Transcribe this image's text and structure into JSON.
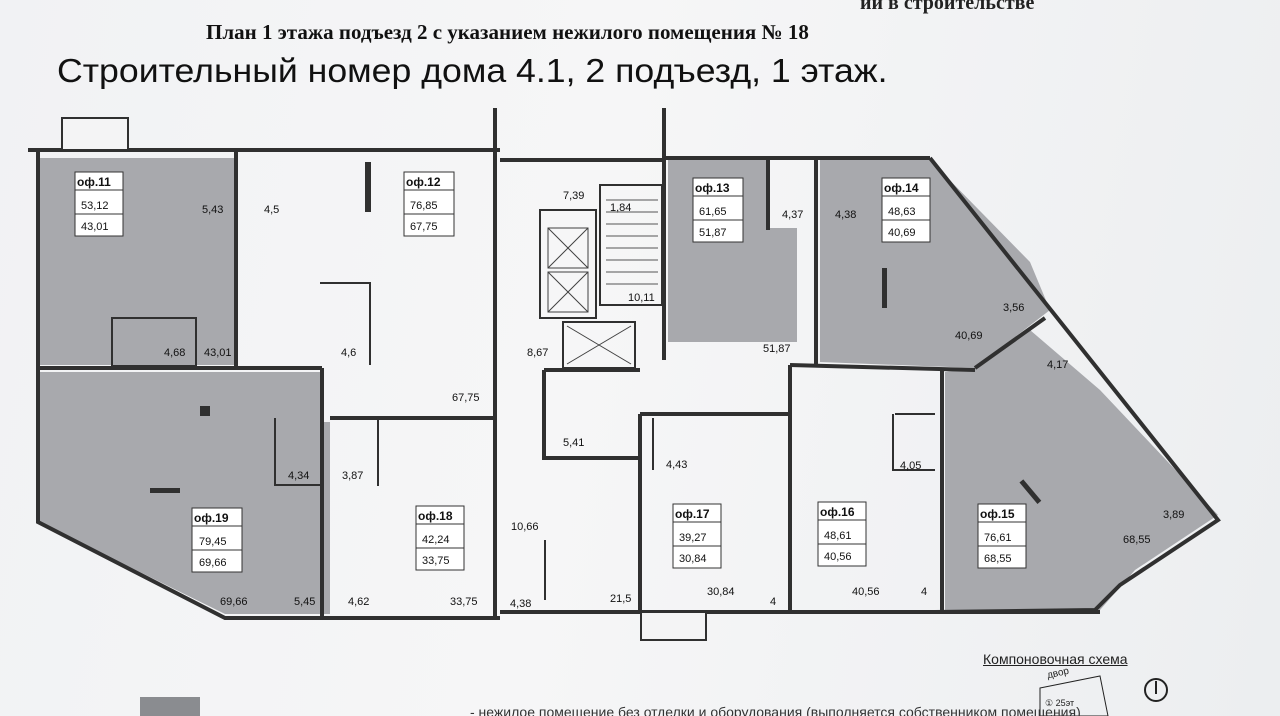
{
  "header": {
    "cut_text": "ии в строительстве",
    "title": "План 1 этажа подъезд 2 с указанием нежилого помещения № 18",
    "subtitle": "Строительный номер дома 4.1, 2 подъезд, 1 этаж."
  },
  "offices": [
    {
      "id": "of11",
      "name": "оф.11",
      "total": "53,12",
      "useful": "43,01"
    },
    {
      "id": "of12",
      "name": "оф.12",
      "total": "76,85",
      "useful": "67,75"
    },
    {
      "id": "of13",
      "name": "оф.13",
      "total": "61,65",
      "useful": "51,87"
    },
    {
      "id": "of14",
      "name": "оф.14",
      "total": "48,63",
      "useful": "40,69"
    },
    {
      "id": "of15",
      "name": "оф.15",
      "total": "76,61",
      "useful": "68,55"
    },
    {
      "id": "of16",
      "name": "оф.16",
      "total": "48,61",
      "useful": "40,56"
    },
    {
      "id": "of17",
      "name": "оф.17",
      "total": "39,27",
      "useful": "30,84"
    },
    {
      "id": "of18",
      "name": "оф.18",
      "total": "42,24",
      "useful": "33,75"
    },
    {
      "id": "of19",
      "name": "оф.19",
      "total": "79,45",
      "useful": "69,66"
    }
  ],
  "areas": {
    "a543": "5,43",
    "a45": "4,5",
    "a739": "7,39",
    "a184": "1,84",
    "a437": "4,37",
    "a438t": "4,38",
    "a1011": "10,11",
    "a356": "3,56",
    "a4069": "40,69",
    "a417": "4,17",
    "a468": "4,68",
    "a4301": "43,01",
    "a46": "4,6",
    "a867": "8,67",
    "a5187": "51,87",
    "a6775": "67,75",
    "a434": "4,34",
    "a387": "3,87",
    "a541": "5,41",
    "a443": "4,43",
    "a405": "4,05",
    "a389": "3,89",
    "a6855": "68,55",
    "a1066": "10,66",
    "a6966": "69,66",
    "a545": "5,45",
    "a462": "4,62",
    "a3375": "33,75",
    "a438b": "4,38",
    "a215": "21,5",
    "a3084": "30,84",
    "a4a": "4",
    "a4056": "40,56",
    "a4b": "4"
  },
  "footer": {
    "scheme_label": "Компоновочная схема",
    "yard_label": "двор",
    "corner_label": "① 25эт",
    "legend_text": "- нежилое помещение без отделки и оборудования (выполняется собственником помещения)"
  },
  "colors": {
    "room_fill": "#a7a8ac",
    "wall": "#333333",
    "paper": "#f3f4f5"
  }
}
